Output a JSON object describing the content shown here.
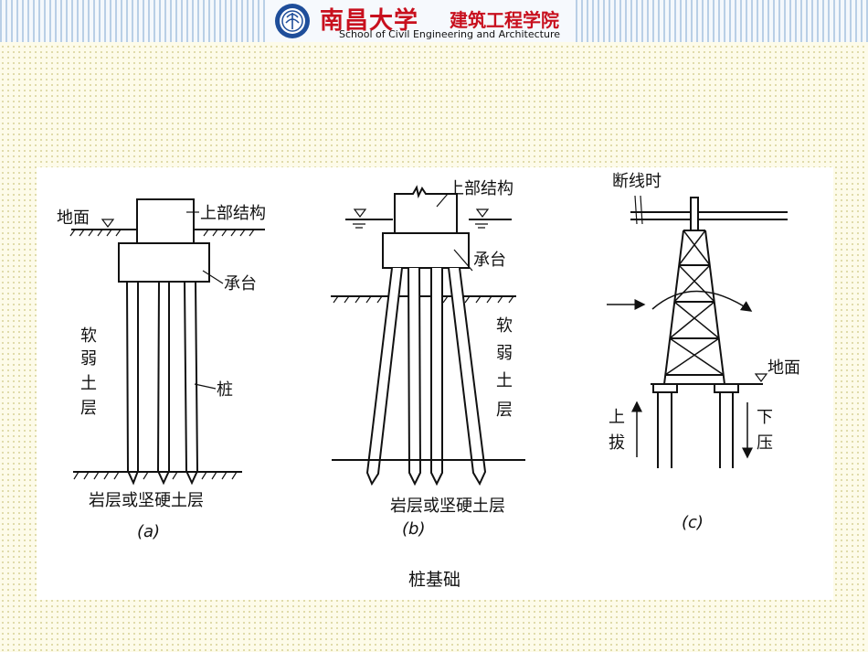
{
  "header": {
    "university": "南昌大学",
    "school_cn": "建筑工程学院",
    "school_en": "School of Civil Engineering and Architecture"
  },
  "figure_a": {
    "ground": "地面",
    "superstructure": "上部结构",
    "cap": "承台",
    "soft_layer": [
      "软",
      "弱",
      "土",
      "层"
    ],
    "pile": "桩",
    "bearing_layer": "岩层或坚硬土层",
    "caption": "(a)"
  },
  "figure_b": {
    "superstructure": "上部结构",
    "cap": "承台",
    "soft_layer": [
      "软",
      "弱",
      "土",
      "层"
    ],
    "bearing_layer": "岩层或坚硬土层",
    "caption": "(b)"
  },
  "figure_c": {
    "wire_break": "断线时",
    "ground": "地面",
    "uplift": [
      "上",
      "拔"
    ],
    "compress": [
      "下",
      "压"
    ],
    "caption": "(c)"
  },
  "figure_title": "桩基础"
}
